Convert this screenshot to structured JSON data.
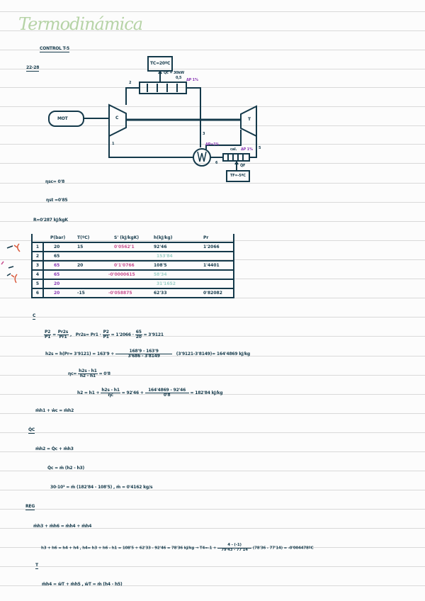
{
  "title": "Termodinámica",
  "header": {
    "control": "CONTROL T-5",
    "problem": "22-28"
  },
  "diagram": {
    "hot_box": "TC=20ºC",
    "qc_label": "Q̇c = 30kW",
    "hx_top_label": "0,5",
    "dp_top": "ΔP 1%",
    "cold_box": "TF=-5ºC",
    "qf_label": "Q̇F",
    "cal_label": "cal.",
    "dp_bottom": "ΔP 1%",
    "dp_regen": "ΔP=1%",
    "motor": "MOT",
    "compressor": "C",
    "turbine": "T",
    "regenerator": "W",
    "points": [
      "1",
      "2",
      "3",
      "4",
      "5",
      "6"
    ]
  },
  "givens": {
    "eta_c": "ηsc= 0'8",
    "eta_t": "ηst =0'85",
    "r": "R=0'287 kJ/kgK"
  },
  "table": {
    "headers": [
      "",
      "P(bar)",
      "T(ºC)",
      "S' (kJ/kgK)",
      "h(kJ/kg)",
      "Pr"
    ],
    "rows": [
      {
        "i": "1",
        "p": "20",
        "t": "15",
        "s": "0'0562'1",
        "h": "92'46",
        "pr": "1'2066"
      },
      {
        "i": "2",
        "p": "65",
        "t": "",
        "s": "",
        "h": "153'84",
        "pr": ""
      },
      {
        "i": "3",
        "p": "65",
        "t": "20",
        "s": "0'1'0766",
        "h": "108'5",
        "pr": "1'4401"
      },
      {
        "i": "4",
        "p": "65",
        "t": "",
        "s": "-0'0000615",
        "h": "58'34",
        "pr": ""
      },
      {
        "i": "5",
        "p": "20",
        "t": "",
        "s": "",
        "h": "31'1652",
        "pr": ""
      },
      {
        "i": "6",
        "p": "20",
        "t": "-15",
        "s": "-0'058875",
        "h": "62'33",
        "pr": "0'82082"
      }
    ]
  },
  "calc": {
    "section_c": "C",
    "l1_a": "P2",
    "l1_b": "P1",
    "l1_c": "Pr2s",
    "l1_d": "Pr1",
    "l1_rest": "Pr2s= Pr1 ·",
    "l1_e": "P2",
    "l1_f": "P1",
    "l1_g": "= 1'2066 ·",
    "l1_h": "65",
    "l1_i": "20",
    "l1_j": "= 3'9121",
    "l2_a": "h2s = h(Pr= 3'9121) = 163'9 +",
    "l2_n": "168'9 - 163'9",
    "l2_d": "3'686 - 3'8149",
    "l2_b": "(3'9121-3'8149)= 164'4869 kJ/kg",
    "l3_a": "ηc=",
    "l3_n": "h2s - h1",
    "l3_d": "h2 - h1",
    "l3_b": "= 0'8",
    "l4_a": "h2 = h1 +",
    "l4_n": "h2s - h1",
    "l4_d": "ηc",
    "l4_b": "= 92'46 +",
    "l4_n2": "164'4869 - 92'46",
    "l4_d2": "0'8",
    "l4_c": "= 182'84 kJ/kg",
    "l5": "ṁh1 + ẇc = ṁh2",
    "section_hx": "Q̇C",
    "l6": "ṁh2 = Q̇c + ṁh3",
    "l7": "Q̇c = ṁ (h2 - h3)",
    "l8": "30·10³ = ṁ (182'84 - 108'5) ,  ṁ = 0'4162 kg/s",
    "section_reg": "REG",
    "l9": "ṁh3 + ṁh6 = ṁh4 + ṁh4",
    "l10": "h3 + h6 = h4 + h4 ,   h4= h3 + h6 - h1 = 108'5 + 62'33 - 92'46 = 78'36 kJ/kg  → T4=-1 +",
    "l10_n": "4 - (-1)",
    "l10_d": "79'43 - 77'14",
    "l10_b": "(78'36 - 77'14) = -0'004478ºC",
    "section_t": "T",
    "l11": "ṁh4 = ẇT + ṁh5 ,  ẇT = ṁ (h4 - h5)"
  }
}
